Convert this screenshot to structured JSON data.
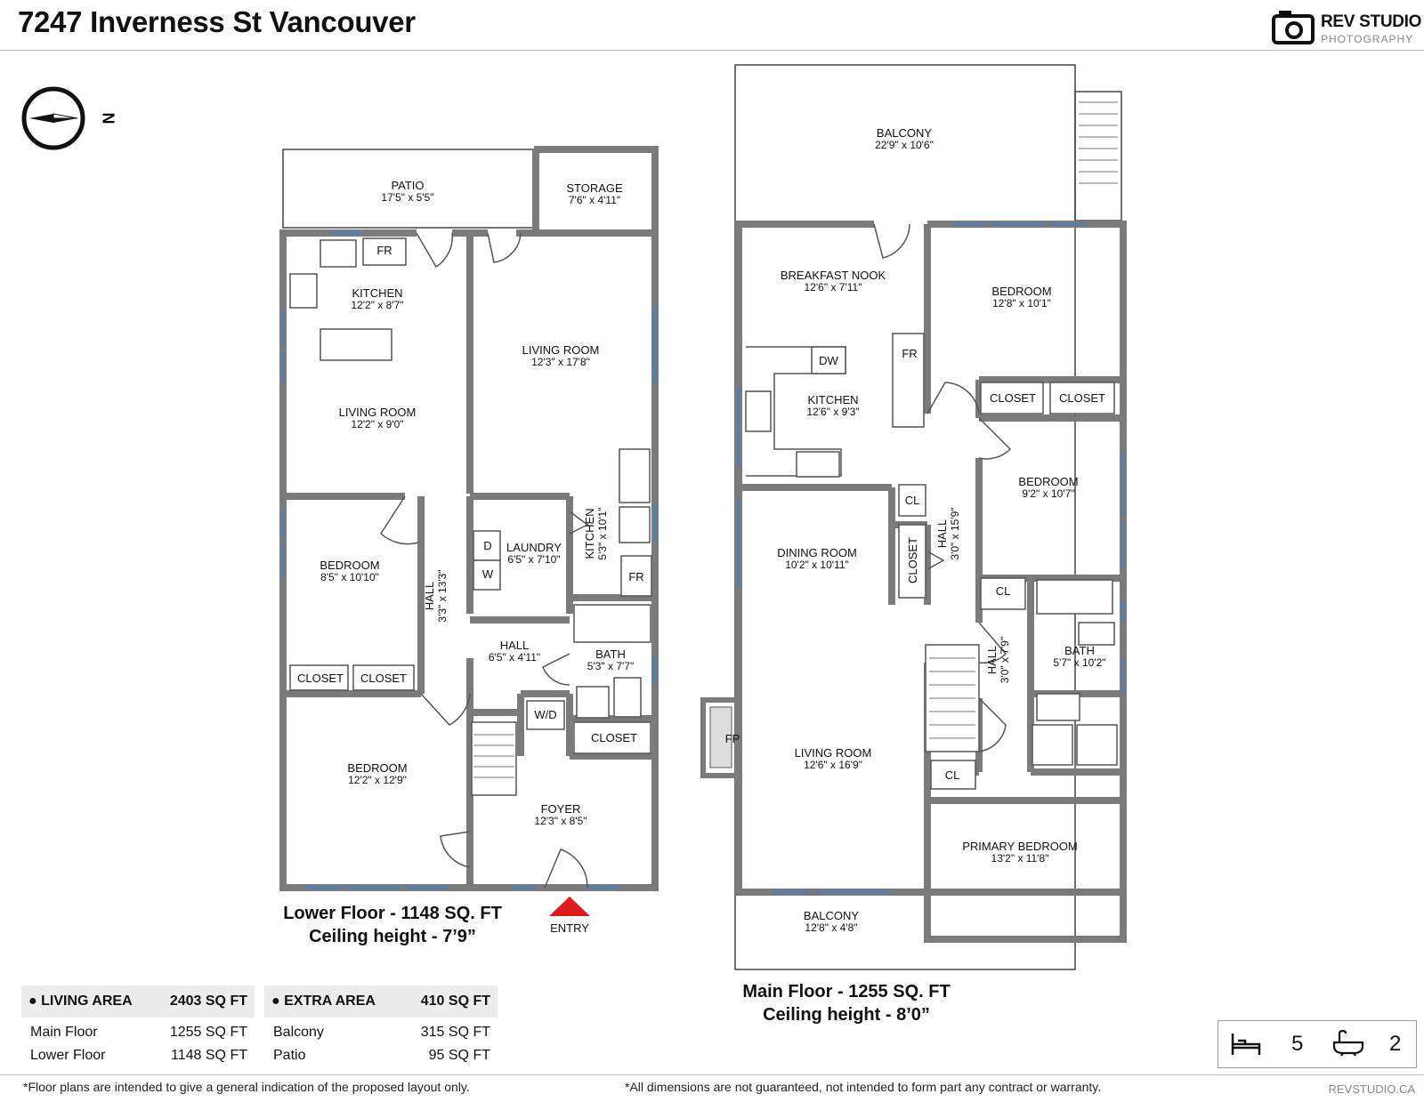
{
  "header": {
    "title": "7247 Inverness St Vancouver",
    "brand_name": "REV STUDIO",
    "brand_sub": "PHOTOGRAPHY"
  },
  "compass": {
    "letter": "N"
  },
  "lower_floor": {
    "caption_line1": "Lower Floor - 1148 SQ. FT",
    "caption_line2": "Ceiling height - 7’9”",
    "entry_label": "ENTRY",
    "rooms": [
      {
        "name": "PATIO",
        "dims": "17'5\" x 5'5\""
      },
      {
        "name": "STORAGE",
        "dims": "7'6\" x 4'11\""
      },
      {
        "name": "KITCHEN",
        "dims": "12'2\" x 8'7\""
      },
      {
        "name": "LIVING ROOM",
        "dims": "12'3\" x 17'8\""
      },
      {
        "name": "LIVING ROOM",
        "dims": "12'2\" x 9'0\""
      },
      {
        "name": "BEDROOM",
        "dims": "8'5\" x 10'10\""
      },
      {
        "name": "LAUNDRY",
        "dims": "6'5\" x 7'10\""
      },
      {
        "name": "KITCHEN",
        "dims": "5'3\" x 10'1\""
      },
      {
        "name": "HALL",
        "dims": "3'3\" x 13'3\""
      },
      {
        "name": "HALL",
        "dims": "6'5\" x 4'11\""
      },
      {
        "name": "BATH",
        "dims": "5'3\" x 7'7\""
      },
      {
        "name": "BEDROOM",
        "dims": "12'2\" x 12'9\""
      },
      {
        "name": "FOYER",
        "dims": "12'3\" x 8'5\""
      }
    ],
    "fixtures": [
      "FR",
      "FR",
      "D",
      "W",
      "W/D",
      "CLOSET",
      "CLOSET",
      "CLOSET"
    ]
  },
  "main_floor": {
    "caption_line1": "Main Floor - 1255 SQ. FT",
    "caption_line2": "Ceiling height - 8’0”",
    "rooms": [
      {
        "name": "BALCONY",
        "dims": "22'9\" x 10'6\""
      },
      {
        "name": "BREAKFAST NOOK",
        "dims": "12'6\" x 7'11\""
      },
      {
        "name": "BEDROOM",
        "dims": "12'8\" x 10'1\""
      },
      {
        "name": "KITCHEN",
        "dims": "12'6\" x 9'3\""
      },
      {
        "name": "BEDROOM",
        "dims": "9'2\" x 10'7\""
      },
      {
        "name": "DINING ROOM",
        "dims": "10'2\" x 10'11\""
      },
      {
        "name": "HALL",
        "dims": "3'0\" x 15'9\""
      },
      {
        "name": "HALL",
        "dims": "3'0\" x 7'9\""
      },
      {
        "name": "BATH",
        "dims": "5'7\" x 10'2\""
      },
      {
        "name": "LIVING ROOM",
        "dims": "12'6\" x 16'9\""
      },
      {
        "name": "PRIMARY BEDROOM",
        "dims": "13'2\" x 11'8\""
      },
      {
        "name": "BALCONY",
        "dims": "12'8\" x 4'8\""
      }
    ],
    "fixtures": [
      "DW",
      "FR",
      "CLOSET",
      "CLOSET",
      "CL",
      "CLOSET",
      "CL",
      "CL",
      "FP"
    ]
  },
  "living_area": {
    "label": "LIVING AREA",
    "total": "2403 SQ FT",
    "rows": [
      {
        "name": "Main Floor",
        "value": "1255 SQ FT"
      },
      {
        "name": "Lower Floor",
        "value": "1148 SQ FT"
      }
    ]
  },
  "extra_area": {
    "label": "EXTRA AREA",
    "total": "410 SQ FT",
    "rows": [
      {
        "name": "Balcony",
        "value": "315 SQ FT"
      },
      {
        "name": "Patio",
        "value": "95 SQ FT"
      }
    ]
  },
  "counts": {
    "bedrooms": "5",
    "baths": "2"
  },
  "footer": {
    "note_left": "*Floor plans are intended to give a general indication of the proposed layout only.",
    "note_right": "*All dimensions are not guaranteed, not intended to form part any contract or warranty.",
    "site": "REVSTUDIO.CA"
  },
  "colors": {
    "wall": "#7b7b7b",
    "window": "#5b7ea8",
    "entry": "#e01b1b"
  }
}
